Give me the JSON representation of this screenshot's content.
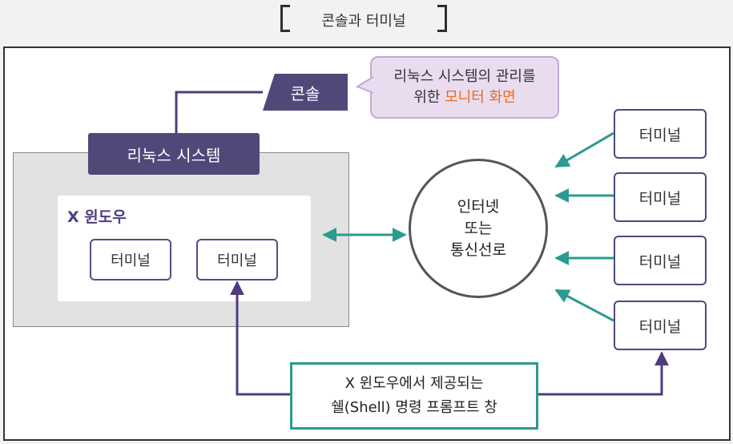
{
  "title": "콘솔과 터미널",
  "linux_system_label": "리눅스 시스템",
  "console_label": "콘솔",
  "callout": {
    "line1": "리눅스 시스템의 관리를",
    "line2_prefix": "위한 ",
    "line2_highlight": "모니터 화면"
  },
  "x_window_label": "X 윈도우",
  "inner_terminals": [
    "터미널",
    "터미널"
  ],
  "network": {
    "line1": "인터넷",
    "line2": "또는",
    "line3": "통신선로"
  },
  "remote_terminals": [
    "터미널",
    "터미널",
    "터미널",
    "터미널"
  ],
  "shell_box": {
    "line1": "X 윈도우에서 제공되는",
    "line2": "쉘(Shell) 명령 프롬프트 창"
  },
  "colors": {
    "purple": "#514879",
    "teal": "#2b9a90",
    "highlight": "#f06a1a",
    "bubble": "#e9dcef"
  }
}
